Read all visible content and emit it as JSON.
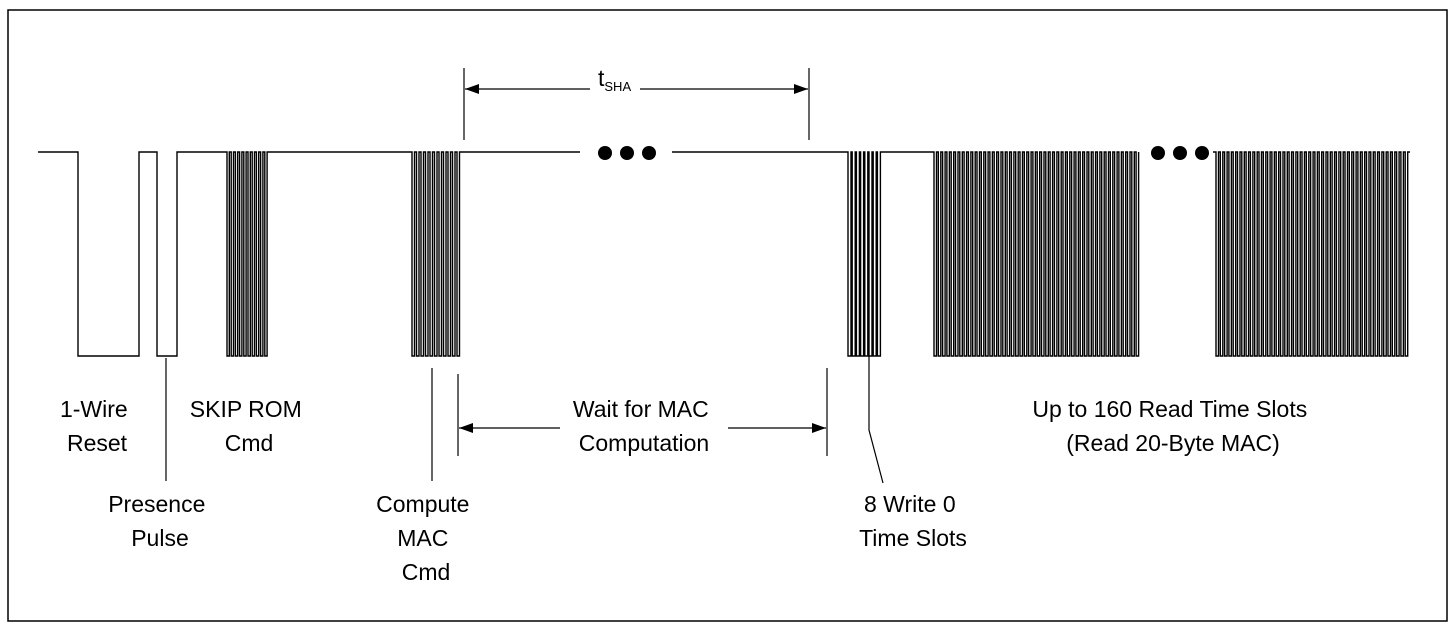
{
  "diagram": {
    "labels": {
      "reset": [
        "1-Wire",
        "Reset"
      ],
      "presence": [
        "Presence",
        "Pulse"
      ],
      "skip_rom": [
        "SKIP ROM",
        "Cmd"
      ],
      "compute_mac": [
        "Compute",
        "MAC",
        "Cmd"
      ],
      "wait": [
        "Wait for MAC",
        "Computation"
      ],
      "write0": [
        "8 Write 0",
        "Time Slots"
      ],
      "read_slots": [
        "Up to 160 Read Time Slots",
        "(Read 20-Byte MAC)"
      ]
    },
    "tsha": {
      "main": "t",
      "sub": "SHA"
    },
    "colors": {
      "line": "#000000",
      "background": "#ffffff"
    }
  }
}
